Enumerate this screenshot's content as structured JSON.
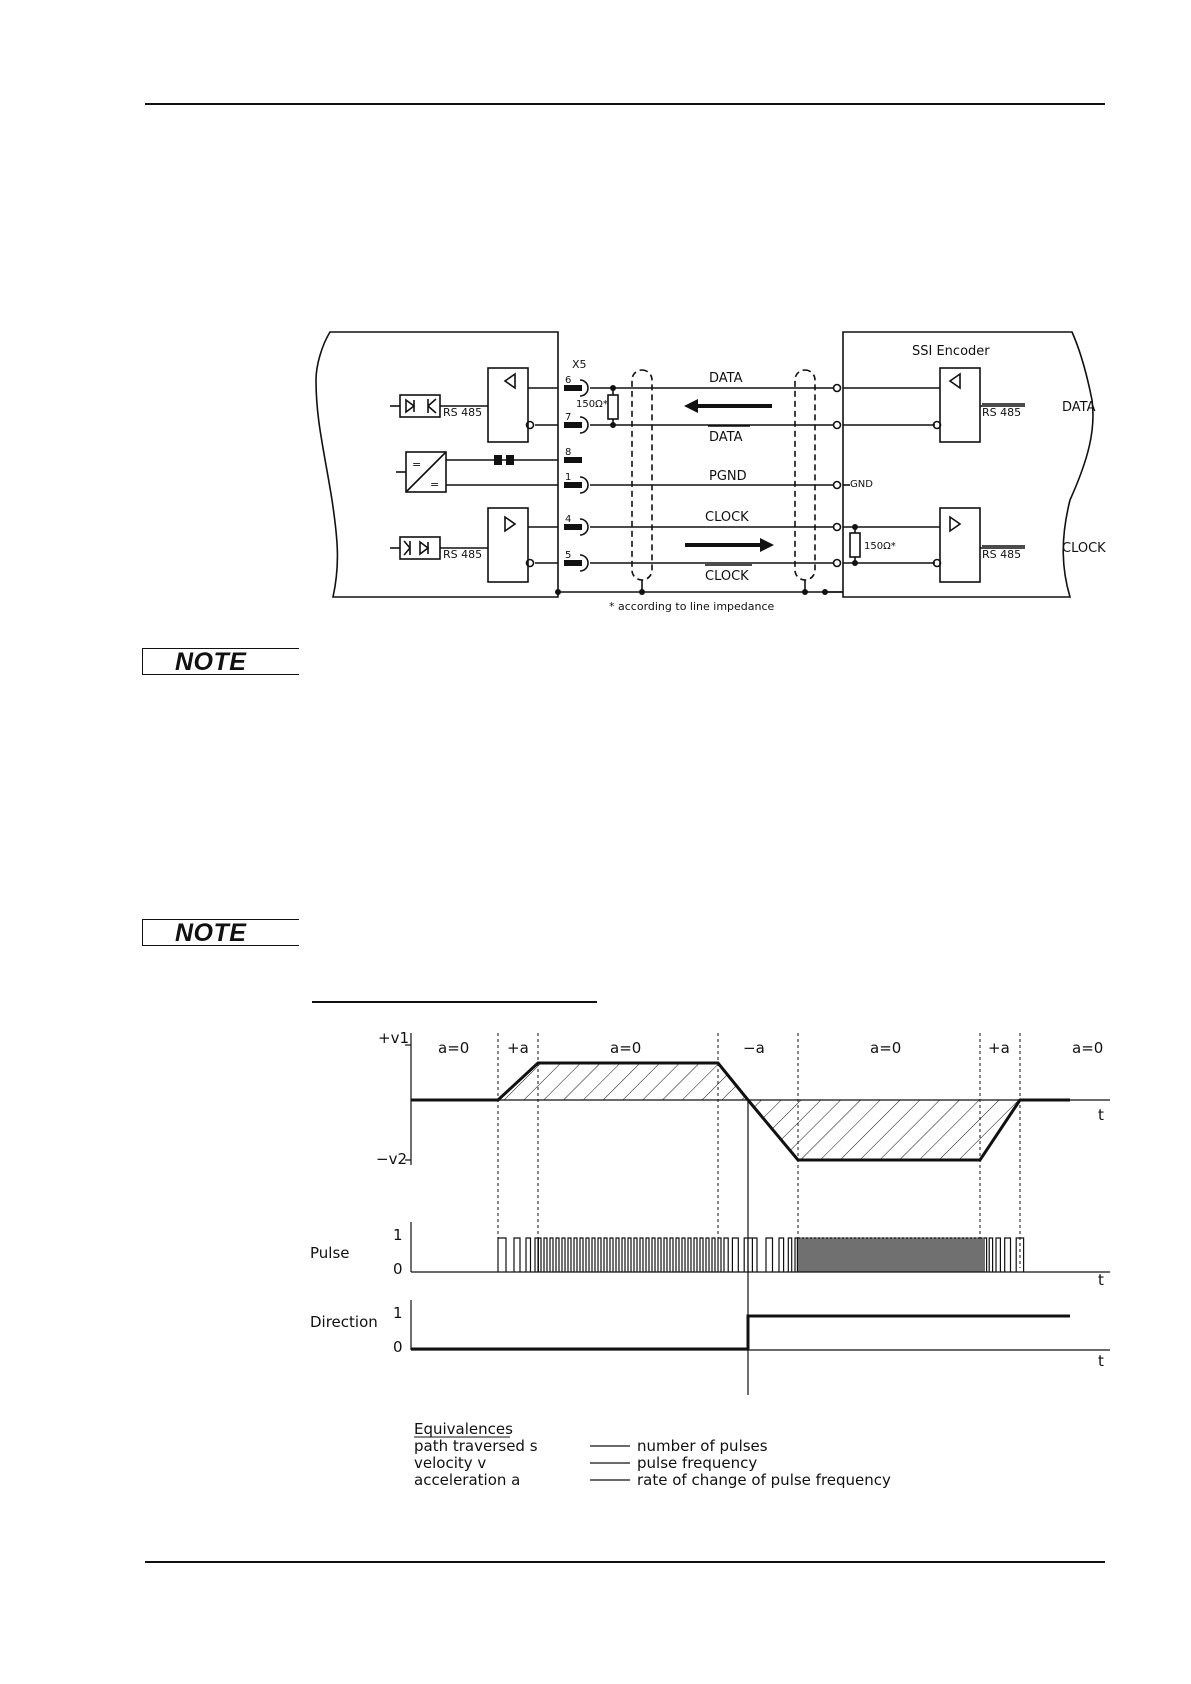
{
  "note_label": "NOTE",
  "wiring": {
    "connector": "X5",
    "pins": [
      "6",
      "7",
      "8",
      "1",
      "4",
      "5"
    ],
    "resistor_left": "150Ω*",
    "resistor_right": "150Ω*",
    "data": "DATA",
    "data_bar": "DATA",
    "pgnd": "PGND",
    "clock": "CLOCK",
    "clock_bar": "CLOCK",
    "rs485_a": "RS 485",
    "rs485_b": "RS 485",
    "rs485_c": "RS 485",
    "rs485_d": "RS 485",
    "encoder_title": "SSI Encoder",
    "gnd": "GND",
    "ext_data": "DATA",
    "ext_clock": "CLOCK",
    "footnote": "* according to line impedance"
  },
  "timing": {
    "v_pos": "+v1",
    "v_neg": "−v2",
    "phases": [
      "a=0",
      "+a",
      "a=0",
      "−a",
      "a=0",
      "+a",
      "a=0"
    ],
    "t_label": "t",
    "pulse_label": "Pulse",
    "direction_label": "Direction",
    "one": "1",
    "zero": "0"
  },
  "equivalences": {
    "heading": "Equivalences",
    "rows": [
      {
        "left": "path traversed s",
        "right": "number of pulses"
      },
      {
        "left": "velocity v",
        "right": "pulse frequency"
      },
      {
        "left": "acceleration a",
        "right": "rate of change of pulse frequency"
      }
    ]
  }
}
